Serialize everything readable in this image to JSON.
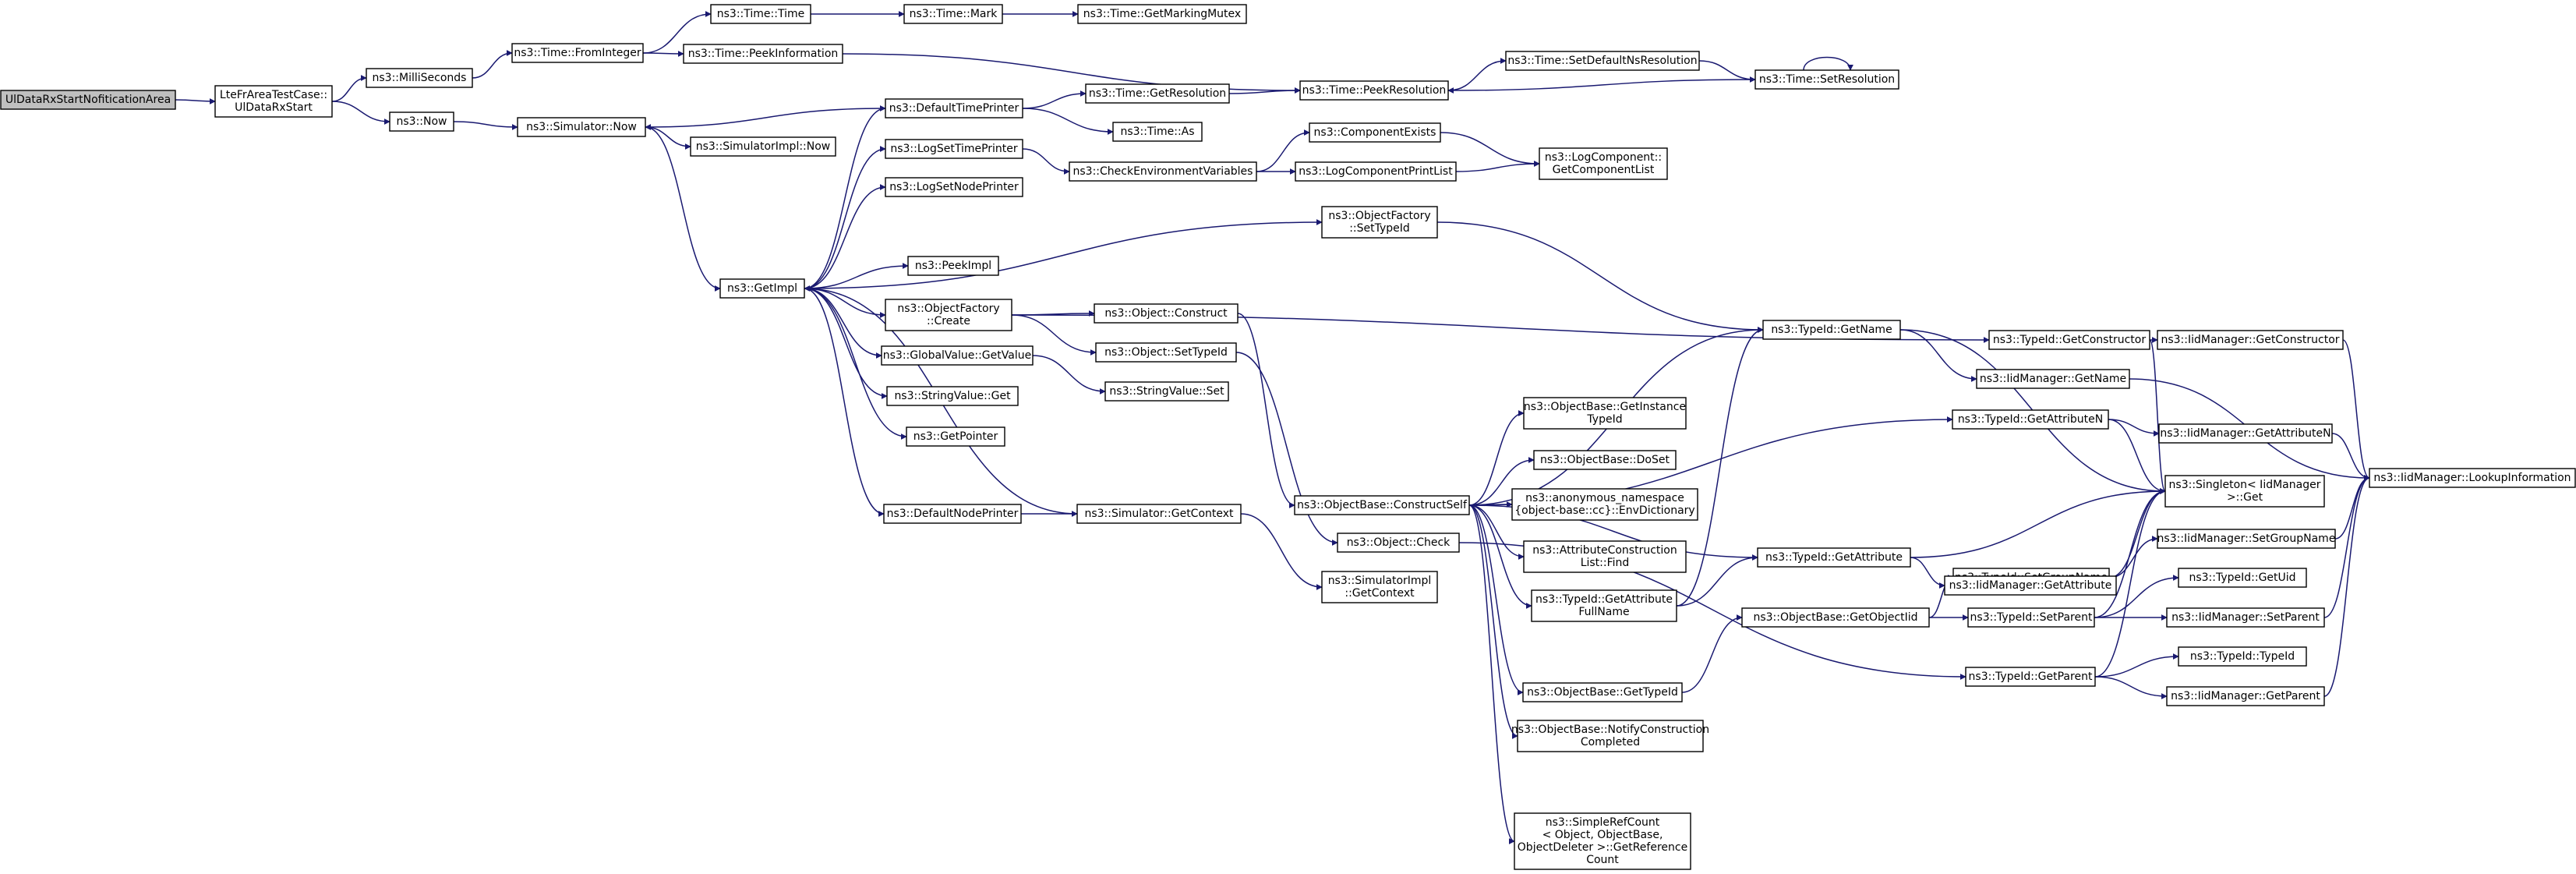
{
  "nodes": {
    "root": "UlDataRxStartNofiticationArea",
    "lte_start": [
      "LteFrAreaTestCase::",
      "UlDataRxStart"
    ],
    "milliseconds": "ns3::MilliSeconds",
    "now": "ns3::Now",
    "from_integer": "ns3::Time::FromInteger",
    "time_time": "ns3::Time::Time",
    "time_mark": "ns3::Time::Mark",
    "get_marking_mutex": "ns3::Time::GetMarkingMutex",
    "peek_information": "ns3::Time::PeekInformation",
    "peek_resolution": "ns3::Time::PeekResolution",
    "set_default_ns_resolution": "ns3::Time::SetDefaultNsResolution",
    "set_resolution": "ns3::Time::SetResolution",
    "simulator_now": "ns3::Simulator::Now",
    "default_time_printer": "ns3::DefaultTimePrinter",
    "time_get_resolution": "ns3::Time::GetResolution",
    "time_as": "ns3::Time::As",
    "simulator_impl_now": "ns3::SimulatorImpl::Now",
    "log_set_time_printer": "ns3::LogSetTimePrinter",
    "check_environment_variables": "ns3::CheckEnvironmentVariables",
    "component_exists": "ns3::ComponentExists",
    "log_component_print_list": "ns3::LogComponentPrintList",
    "log_component_get_component_list": [
      "ns3::LogComponent::",
      "GetComponentList"
    ],
    "log_set_node_printer": "ns3::LogSetNodePrinter",
    "object_factory_set_type_id": [
      "ns3::ObjectFactory",
      "::SetTypeId"
    ],
    "peek_impl": "ns3::PeekImpl",
    "get_impl": "ns3::GetImpl",
    "object_factory_create": [
      "ns3::ObjectFactory",
      "::Create"
    ],
    "object_construct": "ns3::Object::Construct",
    "object_set_type_id": "ns3::Object::SetTypeId",
    "global_value_get_value": "ns3::GlobalValue::GetValue",
    "string_value_set": "ns3::StringValue::Set",
    "string_value_get": "ns3::StringValue::Get",
    "get_pointer": "ns3::GetPointer",
    "default_node_printer": "ns3::DefaultNodePrinter",
    "simulator_get_context": "ns3::Simulator::GetContext",
    "simulator_impl_get_context": [
      "ns3::SimulatorImpl",
      "::GetContext"
    ],
    "object_check": "ns3::Object::Check",
    "construct_self": "ns3::ObjectBase::ConstructSelf",
    "get_instance_type_id": [
      "ns3::ObjectBase::GetInstance",
      "TypeId"
    ],
    "do_set": "ns3::ObjectBase::DoSet",
    "env_dictionary": [
      "ns3::anonymous_namespace",
      "{object-base::cc}::EnvDictionary"
    ],
    "attribute_construction_list_find": [
      "ns3::AttributeConstruction",
      "List::Find"
    ],
    "type_id_get_attribute_full_name": [
      "ns3::TypeId::GetAttribute",
      "FullName"
    ],
    "object_base_get_type_id": "ns3::ObjectBase::GetTypeId",
    "notify_construction_completed": [
      "ns3::ObjectBase::NotifyConstruction",
      "Completed"
    ],
    "simple_ref_count": [
      "ns3::SimpleRefCount",
      "< Object, ObjectBase,",
      "ObjectDeleter >::GetReference",
      "Count"
    ],
    "type_id_get_name": "ns3::TypeId::GetName",
    "type_id_get_constructor": "ns3::TypeId::GetConstructor",
    "iid_manager_get_name": "ns3::IidManager::GetName",
    "type_id_get_attribute_n": "ns3::TypeId::GetAttributeN",
    "type_id_get_attribute": "ns3::TypeId::GetAttribute",
    "get_object_iid": "ns3::ObjectBase::GetObjectIid",
    "type_id_set_group_name": "ns3::TypeId::SetGroupName",
    "type_id_set_parent": "ns3::TypeId::SetParent",
    "type_id_get_parent": "ns3::TypeId::GetParent",
    "iid_manager_get_constructor": "ns3::IidManager::GetConstructor",
    "iid_manager_get_attribute_n": "ns3::IidManager::GetAttributeN",
    "singleton_get": [
      "ns3::Singleton< IidManager",
      ">::Get"
    ],
    "iid_manager_get_attribute": "ns3::IidManager::GetAttribute",
    "iid_manager_set_group_name": "ns3::IidManager::SetGroupName",
    "type_id_get_uid": "ns3::TypeId::GetUid",
    "iid_manager_set_parent": "ns3::IidManager::SetParent",
    "type_id_type_id": "ns3::TypeId::TypeId",
    "iid_manager_get_parent": "ns3::IidManager::GetParent",
    "lookup_information": "ns3::IidManager::LookupInformation"
  },
  "colors": {
    "edge": "#191970",
    "root_fill": "#bfbfbf",
    "node_fill": "#ffffff",
    "border": "#000000"
  }
}
